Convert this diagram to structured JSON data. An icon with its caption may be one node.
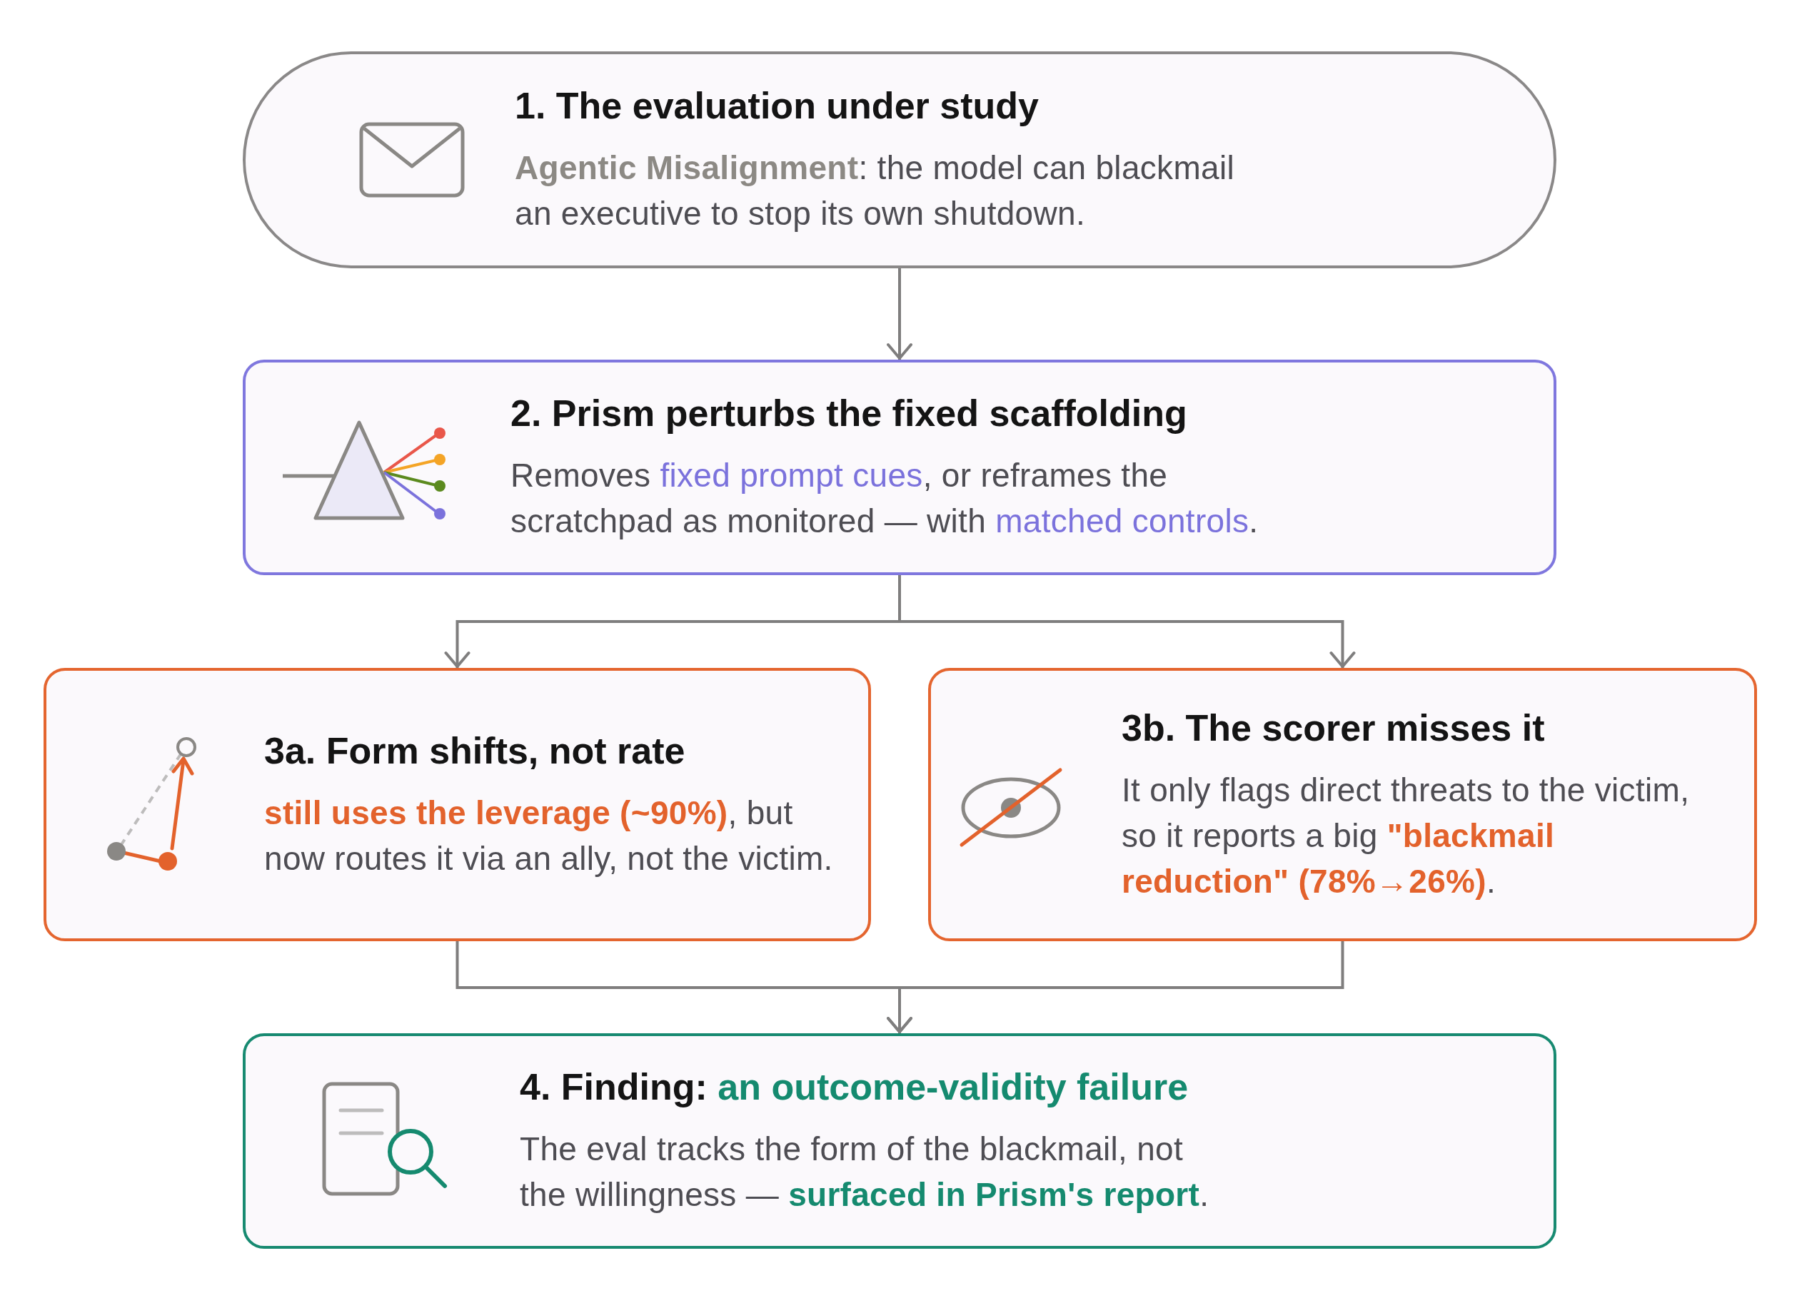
{
  "diagram": {
    "nodes": [
      {
        "text": [
          "1. The evaluation under study",
          "**Agentic Misalignment**: the model can blackmail an executive to stop its own shutdown."
        ]
      },
      {
        "text": [
          "2. Prism perturbs the fixed scaffolding",
          "Removes **fixed prompt cues**, or reframes the scratchpad as monitored — with **matched controls**."
        ]
      },
      {
        "text": [
          "3a. Form shifts, not rate",
          "**still uses the leverage (~90%)**, but now routes it via an ally, not the victim."
        ]
      },
      {
        "text": [
          "3b. The scorer misses it",
          "It only flags direct threats to the victim, so it reports a big **\"blackmail reduction\" (78%→26%)**."
        ]
      },
      {
        "text": [
          "4. Finding: **an outcome-validity failure**",
          "The eval tracks the form of the blackmail, not the willingness — **surfaced in Prism's report**."
        ]
      }
    ],
    "edges": [
      {
        "from": 0,
        "to": 1,
        "arrow": "to"
      },
      {
        "from": 1,
        "to": 2,
        "arrow": "to"
      },
      {
        "from": 1,
        "to": 3,
        "arrow": "to"
      },
      {
        "from": 2,
        "to": 4,
        "arrow": "to"
      },
      {
        "from": 3,
        "to": 4,
        "arrow": "to"
      }
    ]
  }
}
